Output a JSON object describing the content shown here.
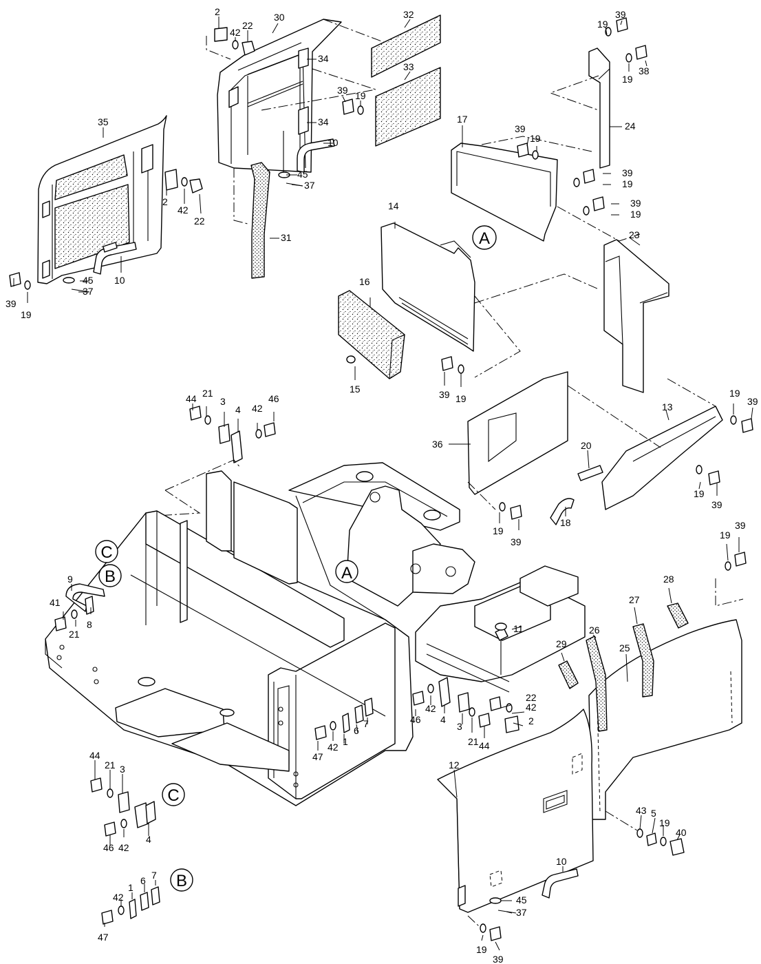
{
  "callouts": [
    {
      "t": "2",
      "p": "upper-door"
    },
    {
      "t": "42",
      "p": "upper-door"
    },
    {
      "t": "22",
      "p": "upper-door"
    },
    {
      "t": "30",
      "p": "upper-door"
    },
    {
      "t": "32",
      "p": "upper-door"
    },
    {
      "t": "34",
      "p": "upper-door"
    },
    {
      "t": "33",
      "p": "upper-door"
    },
    {
      "t": "39",
      "p": "upper-door"
    },
    {
      "t": "19",
      "p": "upper-door"
    },
    {
      "t": "34",
      "p": "upper-door"
    },
    {
      "t": "10",
      "p": "upper-door"
    },
    {
      "t": "45",
      "p": "upper-door"
    },
    {
      "t": "37",
      "p": "upper-door"
    },
    {
      "t": "31",
      "p": "upper-door"
    },
    {
      "t": "35",
      "p": "left-door"
    },
    {
      "t": "2",
      "p": "left-door"
    },
    {
      "t": "42",
      "p": "left-door"
    },
    {
      "t": "22",
      "p": "left-door"
    },
    {
      "t": "10",
      "p": "left-door"
    },
    {
      "t": "45",
      "p": "left-door"
    },
    {
      "t": "37",
      "p": "left-door"
    },
    {
      "t": "39",
      "p": "left-door"
    },
    {
      "t": "19",
      "p": "left-door"
    },
    {
      "t": "19",
      "p": "right-brackets"
    },
    {
      "t": "39",
      "p": "right-brackets"
    },
    {
      "t": "38",
      "p": "right-brackets"
    },
    {
      "t": "19",
      "p": "right-brackets"
    },
    {
      "t": "24",
      "p": "right-brackets"
    },
    {
      "t": "17",
      "p": "right-brackets"
    },
    {
      "t": "39",
      "p": "right-brackets"
    },
    {
      "t": "19",
      "p": "right-brackets"
    },
    {
      "t": "39",
      "p": "right-brackets"
    },
    {
      "t": "19",
      "p": "right-brackets"
    },
    {
      "t": "39",
      "p": "right-brackets"
    },
    {
      "t": "19",
      "p": "right-brackets"
    },
    {
      "t": "14",
      "p": "center-plate"
    },
    {
      "t": "16",
      "p": "center-plate"
    },
    {
      "t": "15",
      "p": "center-plate"
    },
    {
      "t": "39",
      "p": "center-plate"
    },
    {
      "t": "19",
      "p": "center-plate"
    },
    {
      "t": "23",
      "p": "right-panel"
    },
    {
      "t": "13",
      "p": "right-panel"
    },
    {
      "t": "19",
      "p": "right-panel"
    },
    {
      "t": "39",
      "p": "right-panel"
    },
    {
      "t": "36",
      "p": "right-panel"
    },
    {
      "t": "20",
      "p": "right-panel"
    },
    {
      "t": "19",
      "p": "right-panel"
    },
    {
      "t": "39",
      "p": "right-panel"
    },
    {
      "t": "19",
      "p": "right-panel"
    },
    {
      "t": "39",
      "p": "right-panel"
    },
    {
      "t": "18",
      "p": "right-panel"
    },
    {
      "t": "44",
      "p": "top-hinge"
    },
    {
      "t": "21",
      "p": "top-hinge"
    },
    {
      "t": "3",
      "p": "top-hinge"
    },
    {
      "t": "4",
      "p": "top-hinge"
    },
    {
      "t": "42",
      "p": "top-hinge"
    },
    {
      "t": "46",
      "p": "top-hinge"
    },
    {
      "t": "9",
      "p": "frame"
    },
    {
      "t": "41",
      "p": "frame"
    },
    {
      "t": "21",
      "p": "frame"
    },
    {
      "t": "8",
      "p": "frame"
    },
    {
      "t": "11",
      "p": "frame"
    },
    {
      "t": "19",
      "p": "rear-cover"
    },
    {
      "t": "39",
      "p": "rear-cover"
    },
    {
      "t": "28",
      "p": "rear-cover"
    },
    {
      "t": "27",
      "p": "rear-cover"
    },
    {
      "t": "26",
      "p": "rear-cover"
    },
    {
      "t": "29",
      "p": "rear-cover"
    },
    {
      "t": "25",
      "p": "rear-cover"
    },
    {
      "t": "22",
      "p": "mid-hinge"
    },
    {
      "t": "42",
      "p": "mid-hinge"
    },
    {
      "t": "2",
      "p": "mid-hinge"
    },
    {
      "t": "46",
      "p": "mid-hinge"
    },
    {
      "t": "42",
      "p": "mid-hinge"
    },
    {
      "t": "4",
      "p": "mid-hinge"
    },
    {
      "t": "3",
      "p": "mid-hinge"
    },
    {
      "t": "21",
      "p": "mid-hinge"
    },
    {
      "t": "44",
      "p": "mid-hinge"
    },
    {
      "t": "47",
      "p": "mid-latch"
    },
    {
      "t": "42",
      "p": "mid-latch"
    },
    {
      "t": "1",
      "p": "mid-latch"
    },
    {
      "t": "6",
      "p": "mid-latch"
    },
    {
      "t": "7",
      "p": "mid-latch"
    },
    {
      "t": "44",
      "p": "detail-c"
    },
    {
      "t": "21",
      "p": "detail-c"
    },
    {
      "t": "3",
      "p": "detail-c"
    },
    {
      "t": "46",
      "p": "detail-c"
    },
    {
      "t": "42",
      "p": "detail-c"
    },
    {
      "t": "4",
      "p": "detail-c"
    },
    {
      "t": "47",
      "p": "detail-b"
    },
    {
      "t": "42",
      "p": "detail-b"
    },
    {
      "t": "1",
      "p": "detail-b"
    },
    {
      "t": "6",
      "p": "detail-b"
    },
    {
      "t": "7",
      "p": "detail-b"
    },
    {
      "t": "12",
      "p": "side-door"
    },
    {
      "t": "10",
      "p": "side-door"
    },
    {
      "t": "45",
      "p": "side-door"
    },
    {
      "t": "37",
      "p": "side-door"
    },
    {
      "t": "19",
      "p": "side-door"
    },
    {
      "t": "39",
      "p": "side-door"
    },
    {
      "t": "43",
      "p": "side-fasteners"
    },
    {
      "t": "5",
      "p": "side-fasteners"
    },
    {
      "t": "19",
      "p": "side-fasteners"
    },
    {
      "t": "40",
      "p": "side-fasteners"
    }
  ],
  "refs": [
    "A",
    "A",
    "C",
    "B",
    "C",
    "B"
  ]
}
